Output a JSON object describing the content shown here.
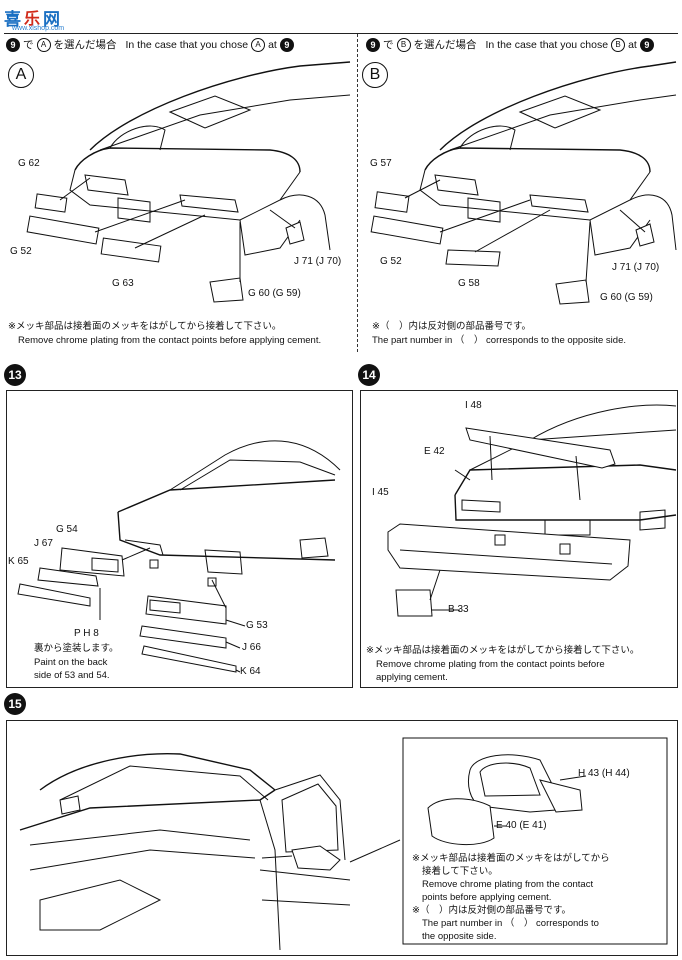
{
  "site": {
    "logo_char1": "喜",
    "logo_char2": "乐",
    "logo_char3": "网",
    "url": "www.xlshop.com"
  },
  "step9a": {
    "caption_jp_a": "で",
    "caption_jp_b": "を選んだ場合",
    "caption_en": "In the case that you chose",
    "caption_at": "at",
    "step_ref": "9",
    "option": "A",
    "labels": {
      "g62": "G 62",
      "g52": "G 52",
      "g63": "G 63",
      "j71": "J 71 (J 70)",
      "g60": "G 60 (G 59)"
    },
    "note_jp": "※メッキ部品は接着面のメッキをはがしてから接着して下さい。",
    "note_en": "Remove chrome plating from the contact points before applying cement."
  },
  "step9b": {
    "caption_jp_a": "で",
    "caption_jp_b": "を選んだ場合",
    "caption_en": "In the case that you chose",
    "caption_at": "at",
    "step_ref": "9",
    "option": "B",
    "labels": {
      "g57": "G 57",
      "g52": "G 52",
      "g58": "G 58",
      "j71": "J 71 (J 70)",
      "g60": "G 60 (G 59)"
    },
    "note_jp": "※（　）内は反対側の部品番号です。",
    "note_en": "The part number in （　） corresponds to the opposite side."
  },
  "step13": {
    "number": "13",
    "labels": {
      "j67": "J 67",
      "g54": "G 54",
      "k65": "K 65",
      "ph8": "P H 8",
      "g53": "G 53",
      "j66": "J 66",
      "k64": "K 64"
    },
    "paint_jp": "裏から塗装します。",
    "paint_en1": "Paint on the back",
    "paint_en2": "side of 53 and 54."
  },
  "step14": {
    "number": "14",
    "labels": {
      "i48": "I 48",
      "e42": "E 42",
      "i45": "I 45",
      "b33": "B 33"
    },
    "note_jp": "※メッキ部品は接着面のメッキをはがしてから接着して下さい。",
    "note_en1": "Remove chrome plating from the contact points before",
    "note_en2": "applying cement."
  },
  "step15": {
    "number": "15",
    "labels": {
      "h43": "H 43 (H 44)",
      "e40": "E 40 (E 41)"
    },
    "note1_jp1": "※メッキ部品は接着面のメッキをはがしてから",
    "note1_jp2": "接着して下さい。",
    "note1_en1": "Remove chrome plating from the contact",
    "note1_en2": "points before applying cement.",
    "note2_jp": "※（　）内は反対側の部品番号です。",
    "note2_en1": "The part number in （　） corresponds to",
    "note2_en2": "the opposite side."
  }
}
